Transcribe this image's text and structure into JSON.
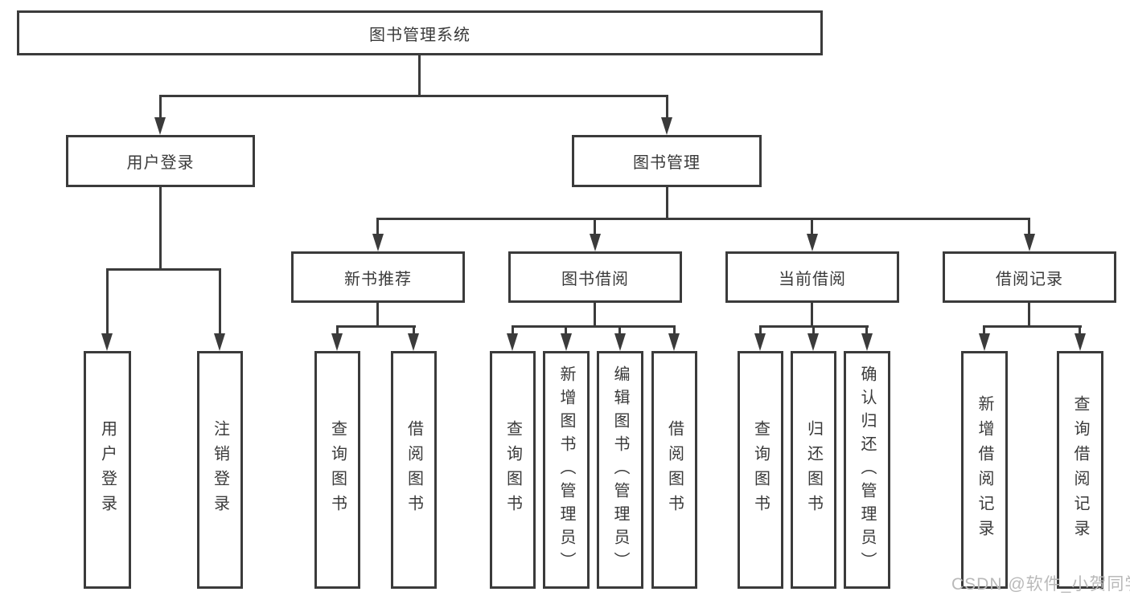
{
  "diagram": {
    "type": "tree",
    "title": "图书管理系统",
    "description_structure": {
      "root": "图书管理系统",
      "root_children": [
        "user_login",
        "book_management"
      ],
      "user_login_children": [
        "leaf_user_login",
        "leaf_logout"
      ],
      "book_management_children": [
        "new_book_recommend",
        "book_borrow",
        "current_borrow",
        "borrow_records"
      ],
      "new_book_recommend_children": [
        "leaf_query_book_1",
        "leaf_borrow_book_1"
      ],
      "book_borrow_children": [
        "leaf_query_book_2",
        "leaf_add_book_admin",
        "leaf_edit_book_admin",
        "leaf_borrow_book_2"
      ],
      "current_borrow_children": [
        "leaf_query_book_3",
        "leaf_return_book",
        "leaf_confirm_return_admin"
      ],
      "borrow_records_children": [
        "leaf_add_borrow_record",
        "leaf_query_borrow_record"
      ]
    }
  },
  "nodes": {
    "root": {
      "label": "图书管理系统"
    },
    "user_login": {
      "label": "用户登录"
    },
    "book_management": {
      "label": "图书管理"
    },
    "new_book_recommend": {
      "label": "新书推荐"
    },
    "book_borrow": {
      "label": "图书借阅"
    },
    "current_borrow": {
      "label": "当前借阅"
    },
    "borrow_records": {
      "label": "借阅记录"
    },
    "leaf_user_login": {
      "label": "用户登录"
    },
    "leaf_logout": {
      "label": "注销登录"
    },
    "leaf_query_book_1": {
      "label": "查询图书"
    },
    "leaf_borrow_book_1": {
      "label": "借阅图书"
    },
    "leaf_query_book_2": {
      "label": "查询图书"
    },
    "leaf_add_book_admin": {
      "label": "新增图书（管理员）"
    },
    "leaf_edit_book_admin": {
      "label": "编辑图书（管理员）"
    },
    "leaf_borrow_book_2": {
      "label": "借阅图书"
    },
    "leaf_query_book_3": {
      "label": "查询图书"
    },
    "leaf_return_book": {
      "label": "归还图书"
    },
    "leaf_confirm_return_admin": {
      "label": "确认归还（管理员）"
    },
    "leaf_add_borrow_record": {
      "label": "新增借阅记录"
    },
    "leaf_query_borrow_record": {
      "label": "查询借阅记录"
    }
  },
  "watermark": {
    "text": "CSDN @软件_小贺同学"
  },
  "colors": {
    "line": "#3b3b3b",
    "box_border": "#3b3b3b",
    "box_background": "#ffffff",
    "text": "#3a3a3a",
    "watermark": "#b9b9b9",
    "page_background": "#ffffff"
  }
}
